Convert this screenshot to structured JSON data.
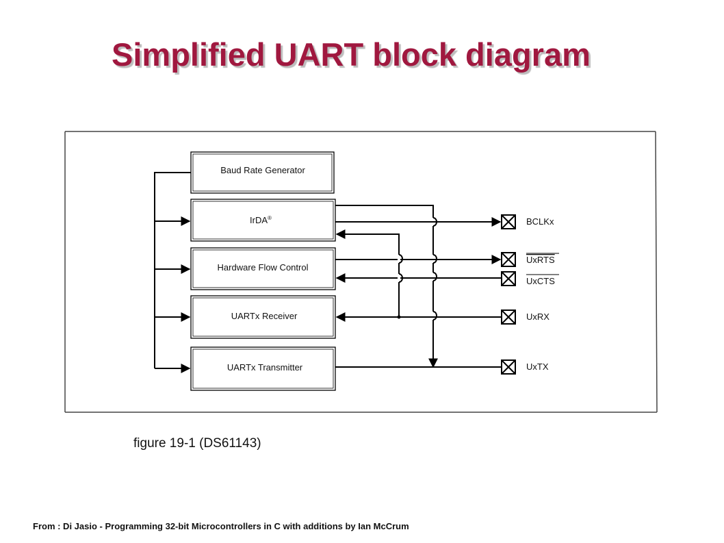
{
  "title": "Simplified UART block diagram",
  "diagram": {
    "blocks": [
      "Baud Rate Generator",
      "IrDA",
      "Hardware Flow Control",
      "UARTx Receiver",
      "UARTx Transmitter"
    ],
    "irda_superscript": "®",
    "pins": [
      "BCLKx",
      "UxRTS",
      "UxCTS",
      "UxRX",
      "UxTX"
    ]
  },
  "caption": "figure 19-1 (DS61143)",
  "footer": "From : Di Jasio - Programming 32-bit Microcontrollers in C with additions by Ian McCrum"
}
